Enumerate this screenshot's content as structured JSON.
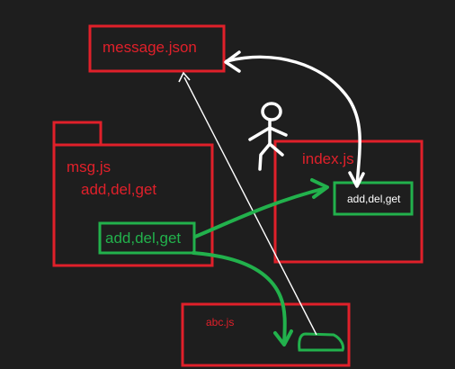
{
  "colors": {
    "background": "#1e1e1e",
    "red": "#e0202a",
    "green": "#22b14c",
    "white": "#ffffff"
  },
  "boxes": {
    "message_json": {
      "label": "message.json"
    },
    "msg_js": {
      "label": "msg.js",
      "methods": "add,del,get",
      "export_label": "add,del,get"
    },
    "index_js": {
      "label": "index.js",
      "import_label": "add,del,get"
    },
    "abc_js": {
      "label": "abc.js"
    }
  },
  "icons": {
    "stick_figure": "stick-figure-icon",
    "folder_tab": "folder-tab-icon"
  }
}
